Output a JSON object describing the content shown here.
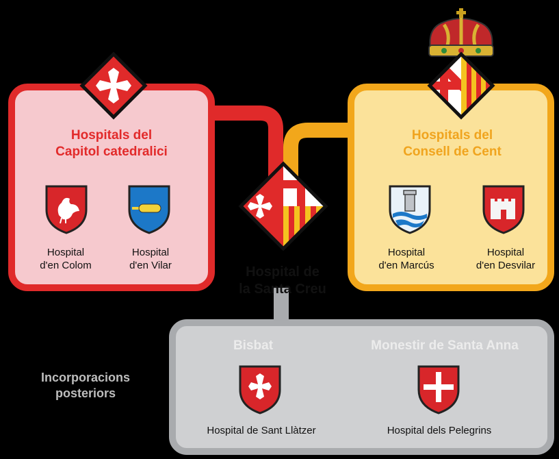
{
  "colors": {
    "red": "#e02a2a",
    "red_light": "#f6c9ce",
    "orange": "#f2a71b",
    "orange_light": "#fbe29a",
    "gray": "#a9abae",
    "gray_light": "#cfd0d2",
    "heading_gray": "#ececec"
  },
  "red_group": {
    "title_line1": "Hospitals del",
    "title_line2": "Capitol catedralici",
    "hospitals": [
      {
        "line1": "Hospital",
        "line2": "d'en Colom",
        "icon": "dove-shield-icon"
      },
      {
        "line1": "Hospital",
        "line2": "d'en Vilar",
        "icon": "blue-shield-icon"
      }
    ]
  },
  "orange_group": {
    "title_line1": "Hospitals del",
    "title_line2": "Consell de Cent",
    "hospitals": [
      {
        "line1": "Hospital",
        "line2": "d'en Marcús",
        "icon": "tower-shield-icon"
      },
      {
        "line1": "Hospital",
        "line2": "d'en Desvilar",
        "icon": "castle-shield-icon"
      }
    ]
  },
  "center": {
    "line1": "Hospital de",
    "line2": "la Santa Creu"
  },
  "gray_group": {
    "side_label_line1": "Incorporacions",
    "side_label_line2": "posteriors",
    "subgroups": [
      {
        "heading": "Bisbat",
        "hospital": "Hospital de Sant Llàtzer",
        "icon": "cross-shield-icon"
      },
      {
        "heading": "Monestir de Santa Anna",
        "hospital": "Hospital dels Pelegrins",
        "icon": "greek-cross-shield-icon"
      }
    ]
  }
}
